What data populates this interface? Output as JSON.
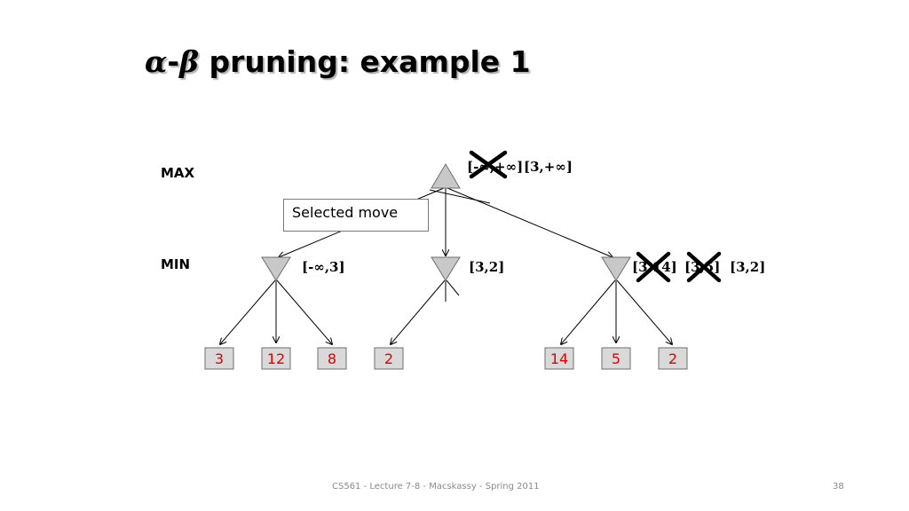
{
  "title": {
    "alpha": "α",
    "dash": "-",
    "beta": "β",
    "rest": " pruning: example 1"
  },
  "levels": {
    "max": "MAX",
    "min": "MIN"
  },
  "callout": "Selected move",
  "root_bounds": {
    "crossed": "[-∞,+∞]",
    "current": "[3,+∞]"
  },
  "min_node_bounds": {
    "left": "[-∞,3]",
    "middle": "[3,2]",
    "right_crossed_1": "[3,14]",
    "right_crossed_2": "[3,5]",
    "right_current": "[3,2]"
  },
  "leaves": {
    "left": [
      "3",
      "12",
      "8"
    ],
    "middle": [
      "2"
    ],
    "right": [
      "14",
      "5",
      "2"
    ]
  },
  "footer": {
    "course": "CS561 - Lecture 7-8 - Macskassy - Spring 2011",
    "page": "38"
  },
  "colors": {
    "node_fill": "#c8c8c8",
    "leaf_value": "#e00000",
    "footer_text": "#8a8a8a"
  }
}
